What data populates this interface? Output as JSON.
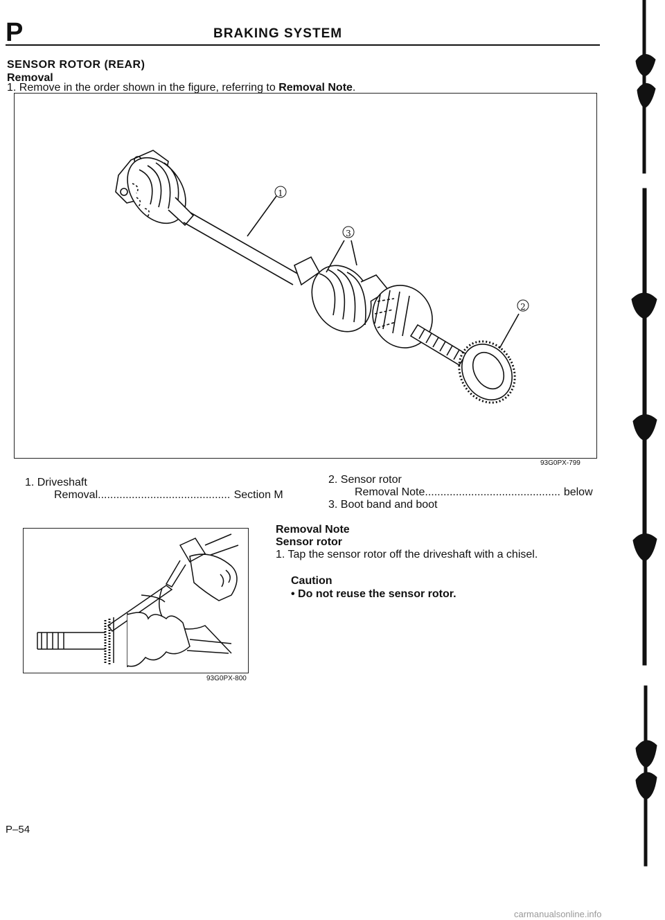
{
  "header": {
    "section_letter": "P",
    "section_title": "BRAKING SYSTEM"
  },
  "section": {
    "title": "SENSOR ROTOR (REAR)",
    "subtitle": "Removal",
    "step1_prefix": "1. Remove in the order shown in the figure, referring to",
    "step1_bold": "Removal Note",
    "step1_suffix": "."
  },
  "figure1": {
    "code": "93G0PX-799",
    "callouts": [
      "①",
      "②",
      "③"
    ]
  },
  "legend": {
    "item1_label": "1. Driveshaft",
    "item1_sub_label": "Removal",
    "item1_sub_ref": "Section M",
    "item2_label": "2. Sensor rotor",
    "item2_sub_label": "Removal Note",
    "item2_sub_ref": "below",
    "item3_label": "3. Boot band and boot"
  },
  "figure2": {
    "code": "93G0PX-800"
  },
  "removal_note": {
    "title": "Removal Note",
    "subtitle": "Sensor rotor",
    "step1": "1. Tap the sensor rotor off the driveshaft with a chisel.",
    "caution_title": "Caution",
    "caution_bullet": "•  Do not reuse the sensor rotor."
  },
  "page": {
    "number": "P–54"
  },
  "footer": {
    "watermark": "carmanualsonline.info"
  }
}
